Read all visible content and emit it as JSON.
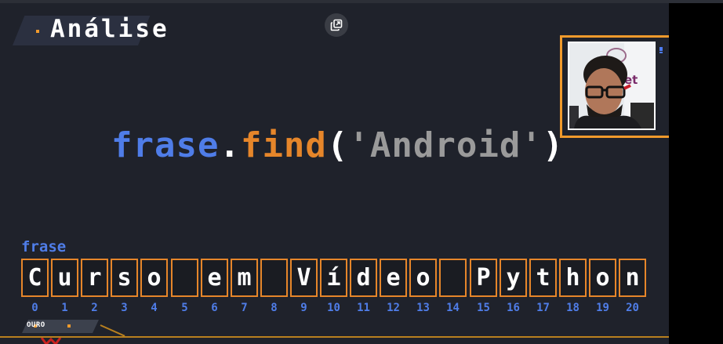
{
  "header": {
    "title": "Análise"
  },
  "controls": {
    "popout_icon": "popout-icon"
  },
  "code": {
    "variable": "frase",
    "dot": ".",
    "method": "find",
    "open": "(",
    "argument": "'Android'",
    "close": ")"
  },
  "variable_label": "frase",
  "string_cells": [
    {
      "char": "C",
      "index": "0"
    },
    {
      "char": "u",
      "index": "1"
    },
    {
      "char": "r",
      "index": "2"
    },
    {
      "char": "s",
      "index": "3"
    },
    {
      "char": "o",
      "index": "4"
    },
    {
      "char": " ",
      "index": "5"
    },
    {
      "char": "e",
      "index": "6"
    },
    {
      "char": "m",
      "index": "7"
    },
    {
      "char": " ",
      "index": "8"
    },
    {
      "char": "V",
      "index": "9"
    },
    {
      "char": "í",
      "index": "10"
    },
    {
      "char": "d",
      "index": "11"
    },
    {
      "char": "e",
      "index": "12"
    },
    {
      "char": "o",
      "index": "13"
    },
    {
      "char": " ",
      "index": "14"
    },
    {
      "char": "P",
      "index": "15"
    },
    {
      "char": "y",
      "index": "16"
    },
    {
      "char": "t",
      "index": "17"
    },
    {
      "char": "h",
      "index": "18"
    },
    {
      "char": "o",
      "index": "19"
    },
    {
      "char": "n",
      "index": "20"
    }
  ],
  "footer": {
    "badge": "OURO"
  },
  "colors": {
    "accent_orange": "#e6862a",
    "accent_blue": "#4f7de8",
    "background": "#1f222b"
  }
}
